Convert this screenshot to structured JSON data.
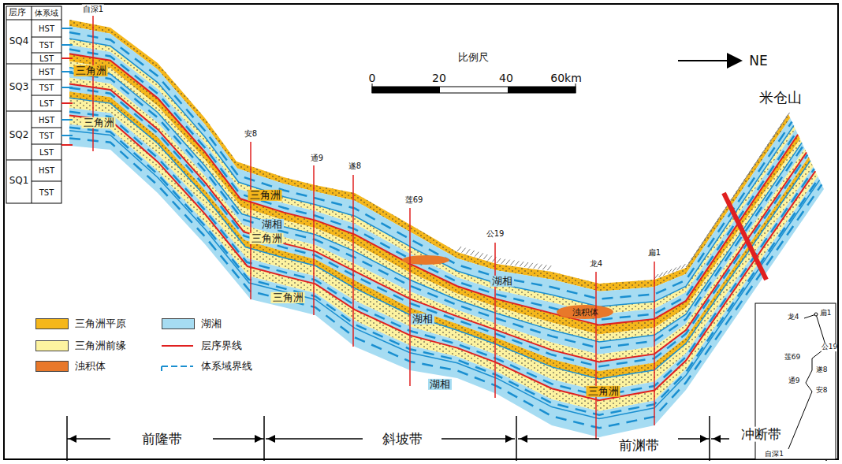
{
  "diagram": {
    "labels": [
      "层序",
      "体系域",
      "SQ4",
      "HST",
      "TST",
      "LST",
      "SQ3",
      "HST",
      "TST",
      "LST",
      "SQ2",
      "HST",
      "TST",
      "LST",
      "SQ1",
      "HST",
      "TST",
      "自深1",
      "安8",
      "通9",
      "遂8",
      "莲69",
      "公19",
      "龙4",
      "扁1",
      "三角洲",
      "三角洲",
      "三角洲",
      "湖相",
      "三角洲",
      "三角洲",
      "湖相",
      "湖相",
      "湖相",
      "浊积体",
      "三角洲",
      "比例尺",
      "0",
      "20",
      "40",
      "60km",
      "NE",
      "米仓山",
      "前隆带",
      "斜坡带",
      "前渊带",
      "冲断带",
      "扁1",
      "龙4",
      "公19",
      "莲69",
      "遂8",
      "通9",
      "安8",
      "自深1"
    ],
    "legend": [
      {
        "text": "三角洲平原",
        "color": "#f5b71b"
      },
      {
        "text": "三角洲前缘",
        "color": "#fdf3a0"
      },
      {
        "text": "浊积体",
        "color": "#e8782a"
      },
      {
        "text": "湖湘",
        "color": "#a6dcf2"
      },
      {
        "text": "层序界线"
      },
      {
        "text": "体系域界线"
      }
    ]
  }
}
